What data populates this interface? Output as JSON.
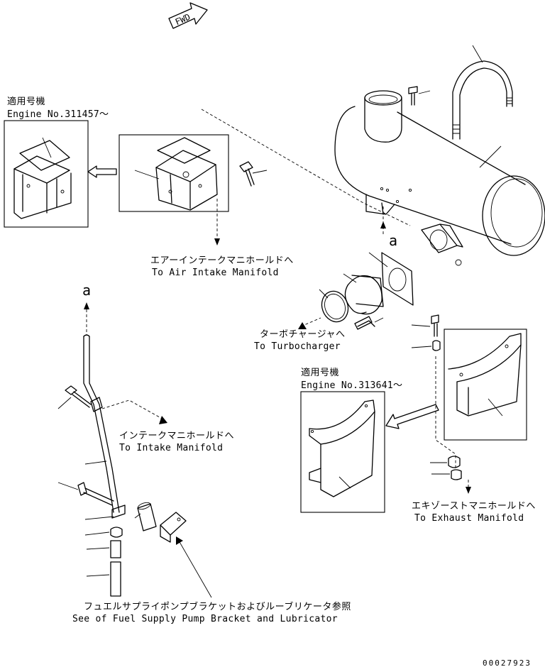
{
  "fwd_label": "FWD",
  "ref_letter": "a",
  "variant_left": {
    "title_jp": "適用号機",
    "engine_no": "Engine No.311457～"
  },
  "variant_right": {
    "title_jp": "適用号機",
    "engine_no": "Engine No.313641～"
  },
  "labels": {
    "air_intake_jp": "エアーインテークマニホールドへ",
    "air_intake_en": "To Air Intake Manifold",
    "turbo_jp": "ターボチャージャへ",
    "turbo_en": "To Turbocharger",
    "intake_jp": "インテークマニホールドへ",
    "intake_en": "To Intake Manifold",
    "exhaust_jp": "エキゾーストマニホールドへ",
    "exhaust_en": "To Exhaust Manifold",
    "fuel_jp": "フュエルサプライポンプブラケットおよびルーブリケータ参照",
    "fuel_en": "See of Fuel Supply Pump Bracket and Lubricator"
  },
  "doc_number": "00027923"
}
